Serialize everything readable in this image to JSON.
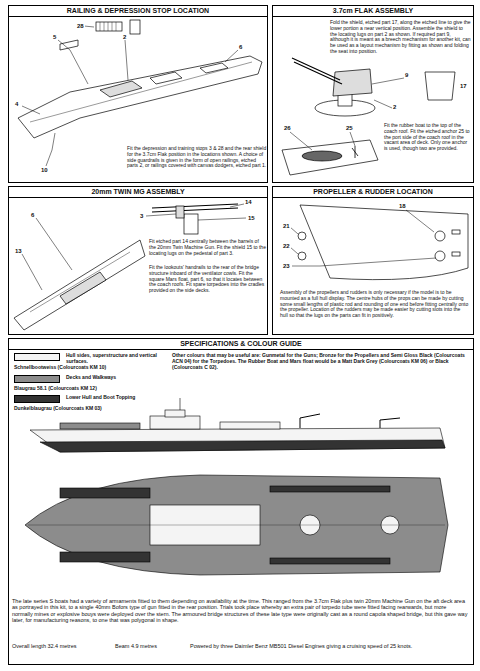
{
  "diagram": {
    "nodes": [
      {
        "text": [
          "RAILING & DEPRESSION STOP LOCATION",
          "Fit the depression and training stops 3 & 28 and the rear shield for the 3.7cm Flak position in the locations shown. A choice of side guardrails is given in the form of open railings, etched parts 2, or railings covered with canvas dodgers, etched part 1."
        ]
      },
      {
        "text": [
          "3.7cm FLAK ASSEMBLY",
          "Fold the shield, etched part 17, along the etched line to give the lower portion a near vertical position. Assemble the shield to the locating lugs on part 2 as shown. If required part 9, although it is meant as a breech mechanism for another kit, can be used as a layout mechanism by fitting as shown and folding the seat into position.",
          "Fit the rubber boat to the top of the coach roof. Fit the etched anchor 25 to the port side of the coach roof in the vacant area of deck. Only one anchor is used, though two are provided."
        ]
      },
      {
        "text": [
          "20mm TWIN MG ASSEMBLY",
          "Fit etched part 14 centrally between the barrels of the 20mm Twin Machine Gun. Fit the shield 15 to the locating lugs on the pedestal of part 3.",
          "Fit the lookouts' handrails to the rear of the bridge structure inboard of the ventilator cowls. Fit the square Mars float, part 6, so that it locates between the coach roofs. Fit spare torpedoes into the cradles provided on the side decks."
        ]
      },
      {
        "text": [
          "PROPELLER & RUDDER LOCATION",
          "Assembly of the propellers and rudders is only necessary if the model is to be mounted as a full hull display. The centre hubs of the props can be made by cutting some small lengths of plastic rod and rounding of one end before fitting centrally onto the propeller. Location of the rudders may be made easier by cutting slots into the hull so that the lugs on the parts can fit in positively."
        ]
      },
      {
        "text": [
          "SPECIFICATIONS & COLOUR GUIDE"
        ]
      }
    ],
    "labels": [
      "5",
      "28",
      "2",
      "6",
      "4",
      "10",
      "2",
      "9",
      "17",
      "26",
      "25",
      "3",
      "14",
      "15",
      "6",
      "13",
      "18",
      "21",
      "22",
      "23",
      "Schnellbootweiss (Colourcoats KM 10)",
      "Blaugrau 58.1 (Colourcoats KM 12)",
      "Dunkelblaugrau (Colourcoats KM 03)",
      "Other colours that may be useful are: Gunmetal for the Guns; Bronze for the Propellers and Semi Gloss Black (Colourcoats ACN 04) for the Torpedoes. The Rubber Boat and Mars float would be a Matt Dark Grey (Colourcoats KM 06) or Black (Colourcoats C 02).",
      "The late series S boats had a variety of armaments fitted to them depending on availability at the time. This ranged from the 3.7cm Flak plus twin 20mm Machine Gun on the aft deck area as portrayed in this kit, to a single 40mm Bofors type of gun fitted in the rear position. Trials took place whereby an extra pair of torpedo tube were fitted facing rearwards, but more normally mines or explosive bouys were deployed over the stern. The armoured bridge structures of these late type were originally cast as a round capola shaped bridge, but this gave way later, for manufacturing reasons, to one that was polygonal in shape.",
      "Overall length 32.4 metres",
      "Beam 4.9 metres",
      "Powered by three Daimler Benz MB501 Diesel Engines giving a cruising speed of 25 knots."
    ],
    "legend": [
      {
        "text": "Hull sides, superstructure and vertical surfaces.",
        "color": "#f4f4f4"
      },
      {
        "text": "Decks and Walkways",
        "color": "#8c8c8c"
      },
      {
        "text": "Lower Hull and Boot Topping",
        "color": "#333333"
      }
    ]
  }
}
